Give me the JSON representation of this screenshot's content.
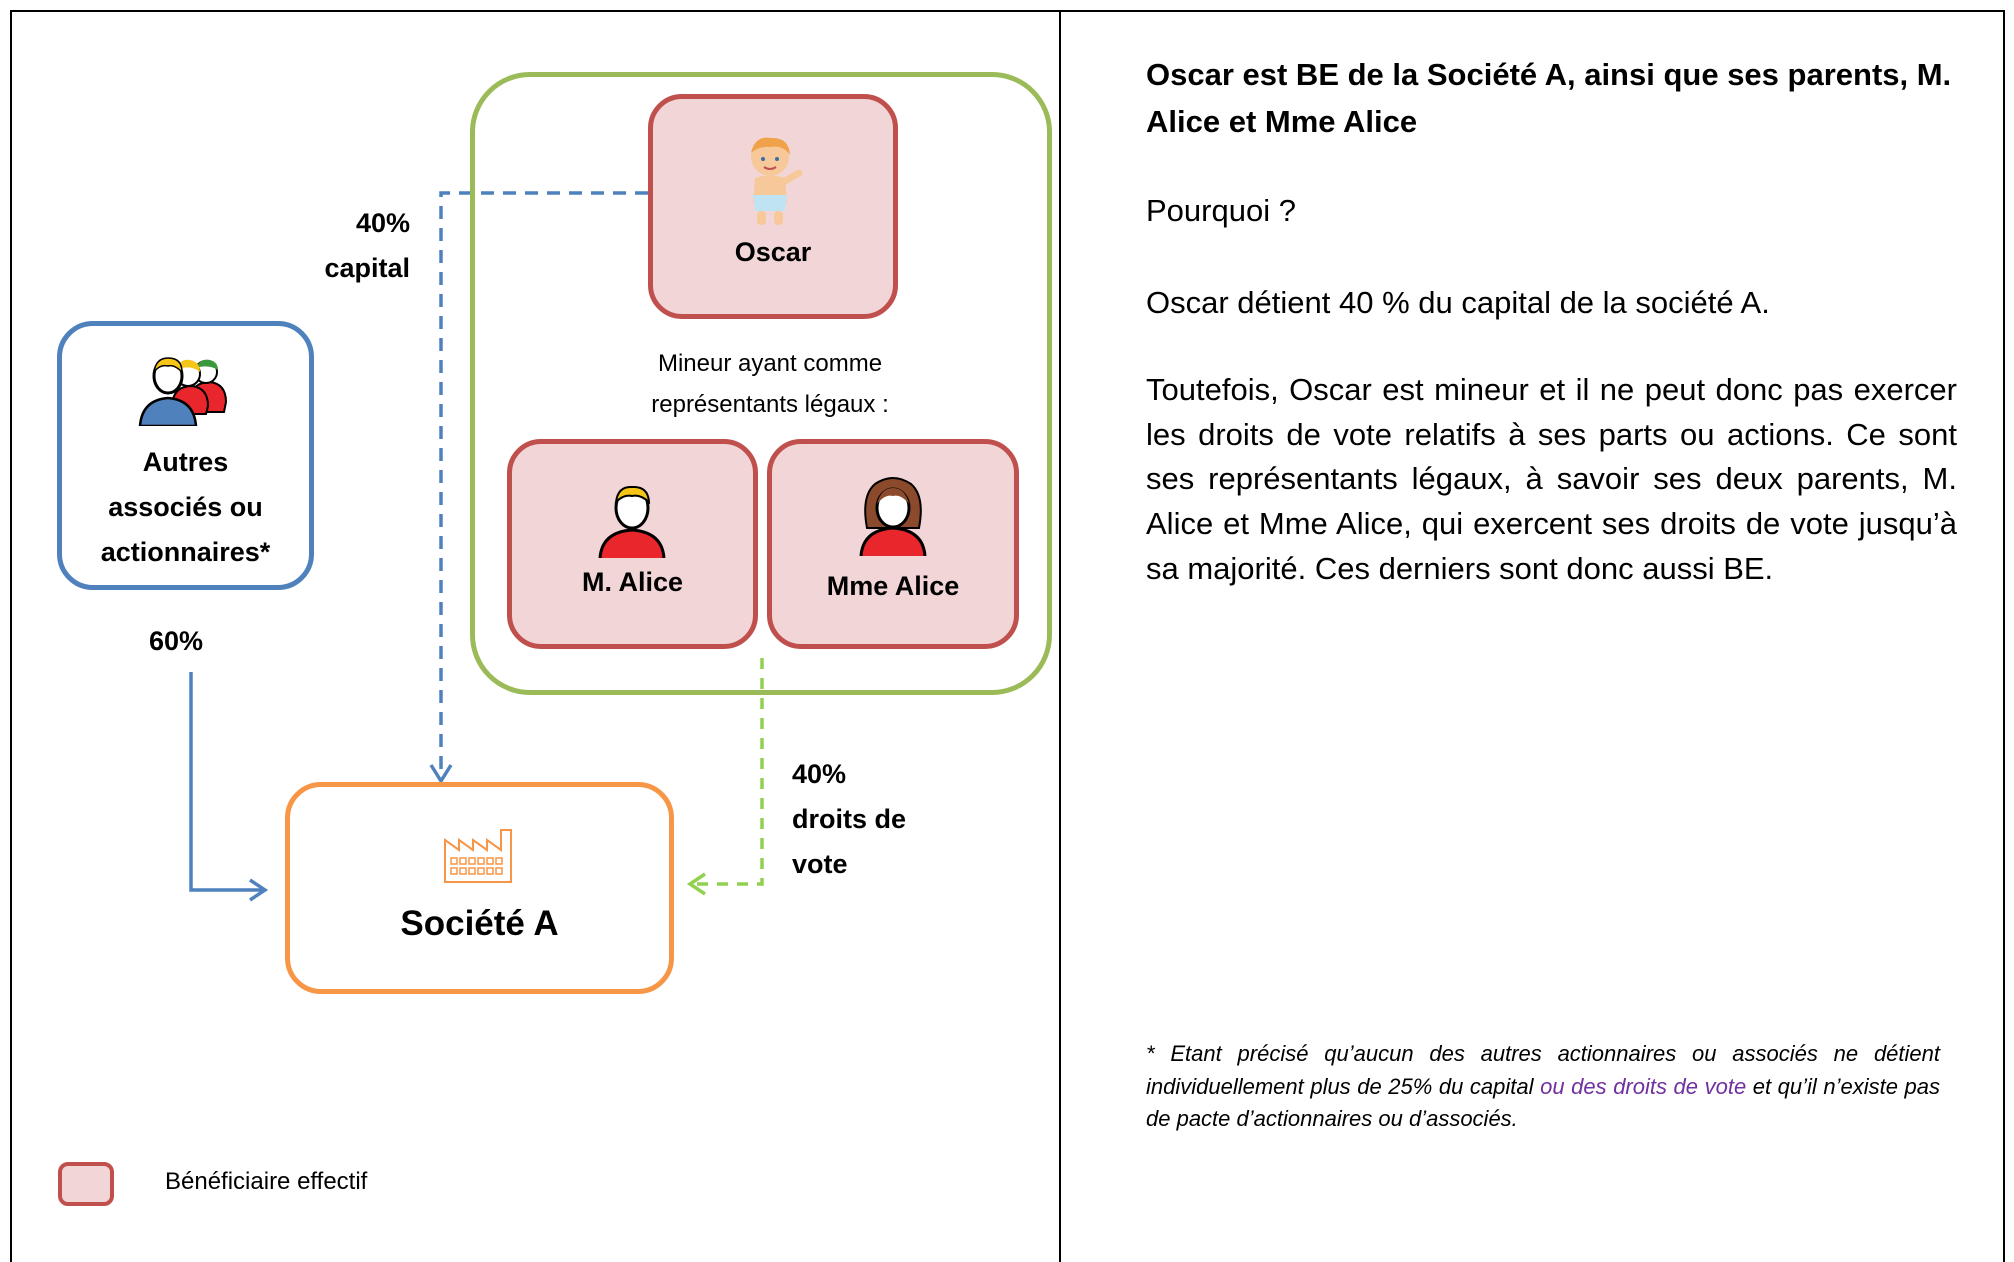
{
  "diagram": {
    "oscar": {
      "name": "Oscar",
      "icon": "baby-icon"
    },
    "group_caption_line1": "Mineur ayant comme",
    "group_caption_line2": "représentants légaux :",
    "m_alice": {
      "name": "M. Alice",
      "icon": "man-icon"
    },
    "mme_alice": {
      "name": "Mme Alice",
      "icon": "woman-icon"
    },
    "autres": {
      "line1": "Autres",
      "line2": "associés ou",
      "line3": "actionnaires*",
      "icon": "people-group-icon"
    },
    "societe": {
      "name": "Société A",
      "icon": "factory-icon"
    },
    "edge_capital": {
      "value": "40%",
      "label": "capital"
    },
    "edge_autres": {
      "value": "60%"
    },
    "edge_votes": {
      "value": "40%",
      "line1": "droits de",
      "line2": "vote"
    }
  },
  "legend": {
    "label": "Bénéficiaire effectif"
  },
  "text_panel": {
    "title": "Oscar est BE de la Société A, ainsi que ses parents, M. Alice et Mme Alice",
    "question": "Pourquoi ?",
    "p1": "Oscar détient 40 % du capital de la société A.",
    "p2": "Toutefois, Oscar est mineur et il ne peut donc pas exercer les droits de vote relatifs à ses parts ou actions. Ce sont ses représentants légaux, à savoir ses deux parents, M. Alice et Mme Alice, qui exercent ses droits de vote jusqu’à sa majorité. Ces derniers sont donc aussi BE.",
    "note_part1": "* Etant précisé qu’aucun des autres actionnaires ou associés ne détient individuellement plus de 25% du capital ",
    "note_accent": "ou des droits de vote",
    "note_part2": " et qu’il n’existe pas de pacte d’actionnaires ou d’associés."
  },
  "colors": {
    "beneficiary_fill": "#f2d6d7",
    "beneficiary_border": "#c0504d",
    "group_border": "#9bbb59",
    "autres_border": "#4f81bd",
    "societe_border": "#f79646",
    "note_accent": "#7030a0"
  }
}
